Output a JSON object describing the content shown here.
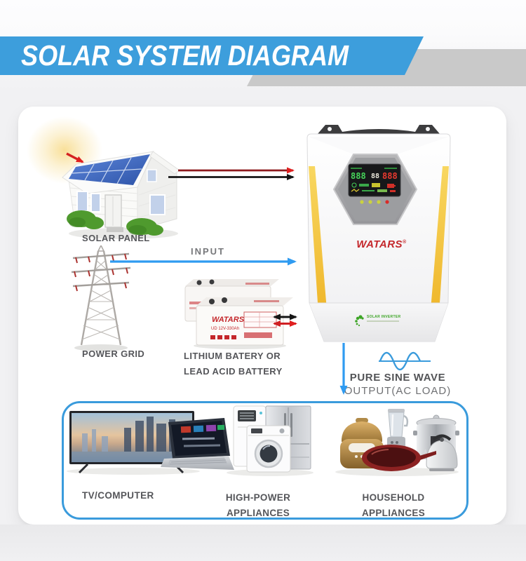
{
  "header": {
    "title": "SOLAR SYSTEM DIAGRAM"
  },
  "labels": {
    "solar_panel": "SOLAR PANEL",
    "power_grid": "POWER GRID",
    "battery_line1": "LITHIUM BATERY OR",
    "battery_line2": "LEAD ACID BATTERY",
    "input": "INPUT",
    "output_line1": "PURE SINE WAVE",
    "output_line2": "OUTPUT(AC LOAD)",
    "tv_computer": "TV/COMPUTER",
    "high_power_line1": "HIGH-POWER",
    "high_power_line2": "APPLIANCES",
    "household_line1": "HOUSEHOLD",
    "household_line2": "APPLIANCES"
  },
  "inverter": {
    "brand": "WATARS",
    "brand_mark": "®",
    "lcd_left": "888",
    "lcd_mid": "88",
    "lcd_right": "888",
    "footer_logo_text": "SOLAR INVERTER"
  },
  "battery": {
    "brand": "WATARS",
    "model": "UD 12V-330Ah"
  },
  "colors": {
    "banner_blue": "#3d9edc",
    "banner_gray": "#c9c9c9",
    "accent_blue": "#2f9bf1",
    "wire_red_dark": "#8e1a1d",
    "wire_red_bright": "#e01f1f",
    "wire_black": "#151515",
    "inverter_yellow": "#f2c53e",
    "brand_red": "#c4272b",
    "label_gray": "#55565a"
  }
}
